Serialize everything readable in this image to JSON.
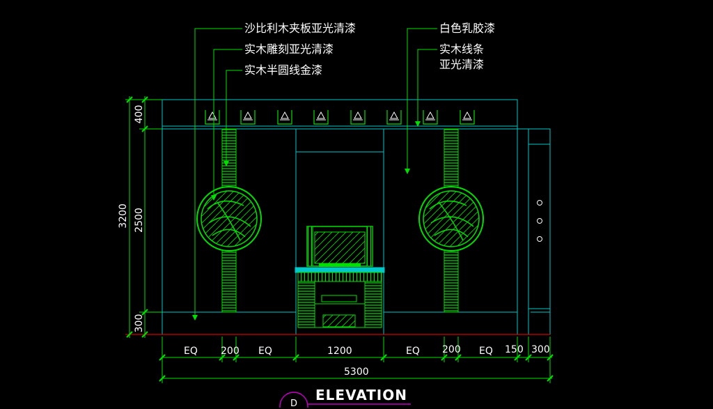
{
  "drawing": {
    "title": "ELEVATION",
    "tag": "D"
  },
  "annotations": {
    "top_left": [
      "沙比利木夹板亚光清漆",
      "实木雕刻亚光清漆",
      "实木半圆线金漆"
    ],
    "top_right_1": "白色乳胶漆",
    "top_right_2a": "实木线条",
    "top_right_2b": "亚光清漆"
  },
  "dimensions": {
    "horizontal": [
      "EQ",
      "200",
      "EQ",
      "1200",
      "EQ",
      "200",
      "EQ",
      "150",
      "300"
    ],
    "total": "5300",
    "vertical_total": "3200",
    "vertical": [
      "400",
      "2500",
      "300"
    ]
  },
  "colors": {
    "background": "#000000",
    "outline": "#00c8c8",
    "hatch": "#00e000",
    "dimension": "#00e000",
    "text": "#ffffff",
    "floor": "#ff0000",
    "title_underline": "#c000c0"
  }
}
